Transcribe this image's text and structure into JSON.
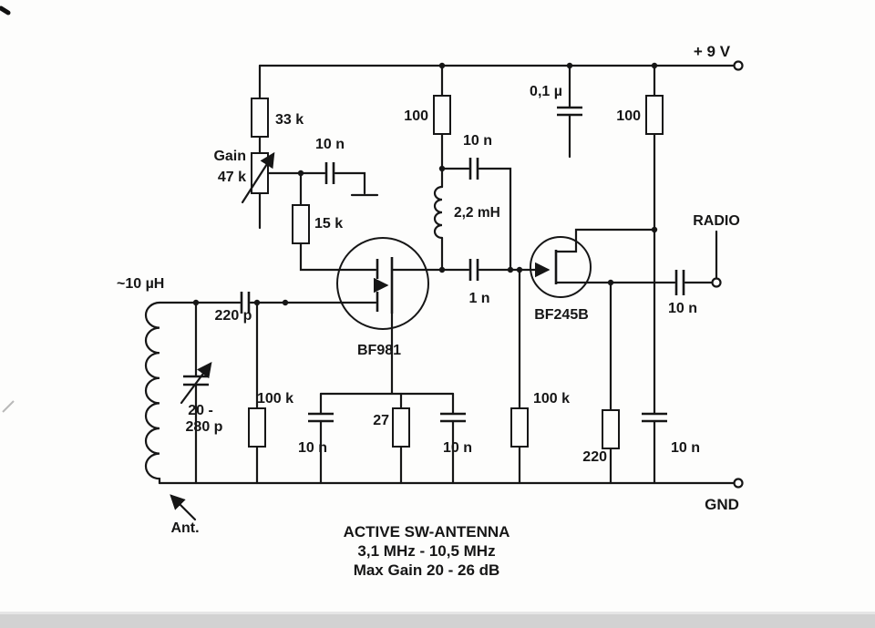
{
  "colors": {
    "ink": "#161616",
    "paper": "#fdfdfc"
  },
  "schematic": {
    "supply_label": "+ 9 V",
    "ground_label": "GND",
    "radio_label": "RADIO",
    "antenna_label": "Ant.",
    "antenna_coil_label": "~10 µH",
    "gain_label": "Gain",
    "title": {
      "line1": "ACTIVE SW-ANTENNA",
      "line2": "3,1 MHz - 10,5 MHz",
      "line3": "Max Gain 20 - 26 dB"
    },
    "components": {
      "r33k": "33 k",
      "pot47k": "47 k",
      "c10n_bias": "10 n",
      "r15k": "15 k",
      "r100_left": "100",
      "c10n_choke": "10 n",
      "c01u": "0,1 µ",
      "r100_right": "100",
      "l2m2": "2,2 mH",
      "c220p": "220 p",
      "q1": "BF981",
      "c1n": "1 n",
      "q2": "BF245B",
      "c10n_out": "10 n",
      "varcap_line1": "20 -",
      "varcap_line2": "280 p",
      "r100k_left": "100 k",
      "c10n_left": "10 n",
      "r27": "27",
      "c10n_mid": "10 n",
      "r100k_right": "100 k",
      "r220": "220",
      "c10n_right": "10 n"
    }
  }
}
